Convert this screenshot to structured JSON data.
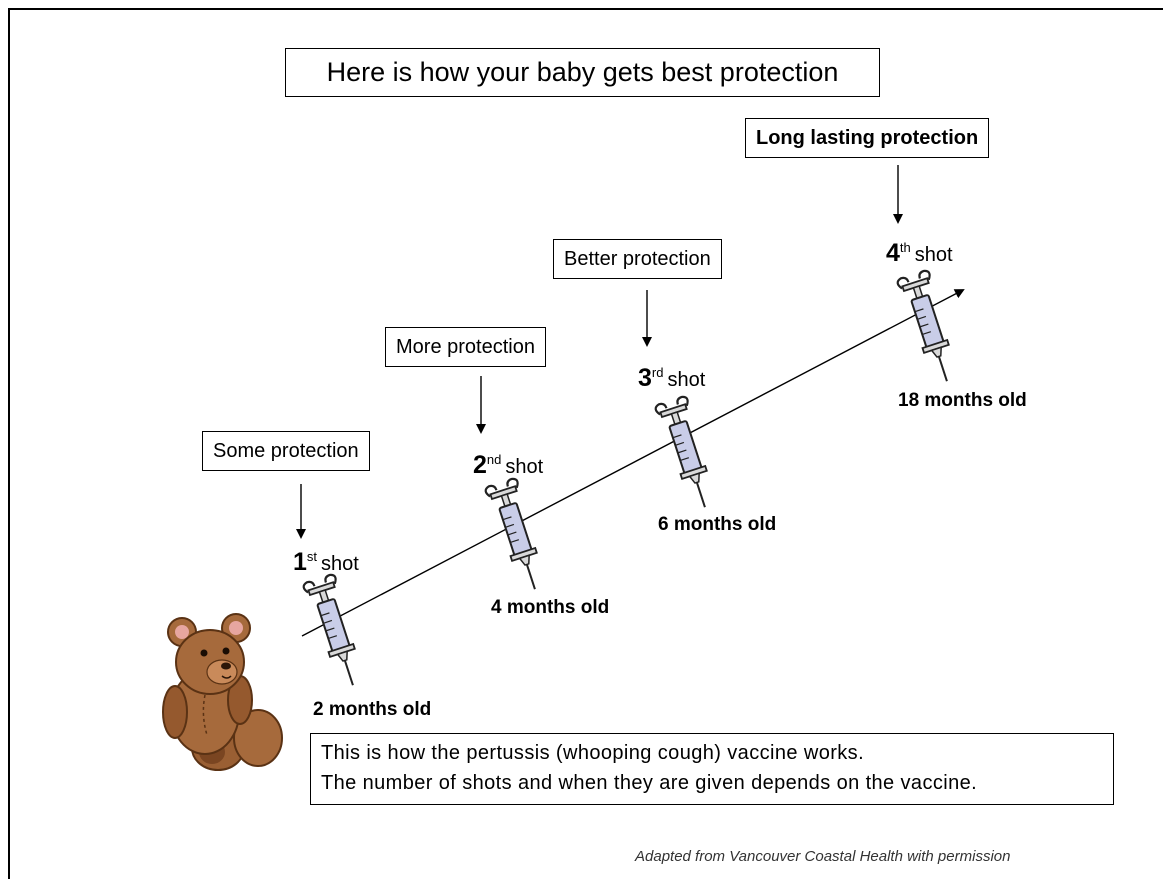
{
  "title": "Here is how your baby gets best protection",
  "shots": [
    {
      "protection": "Some protection",
      "number": "1",
      "suffix": "st",
      "shot_word": "shot",
      "age": "2 months old"
    },
    {
      "protection": "More protection",
      "number": "2",
      "suffix": "nd",
      "shot_word": "shot",
      "age": "4 months old"
    },
    {
      "protection": "Better protection",
      "number": "3",
      "suffix": "rd",
      "shot_word": "shot",
      "age": "6 months old"
    },
    {
      "protection": "Long lasting protection",
      "number": "4",
      "suffix": "th",
      "shot_word": "shot",
      "age": "18 months old"
    }
  ],
  "note": {
    "line1": "This is how the pertussis (whooping cough) vaccine works.",
    "line2": "The number of shots and when they are given depends on the vaccine."
  },
  "credit": "Adapted from Vancouver Coastal Health with permission",
  "icons": {
    "syringe": "syringe-icon",
    "bear": "teddy-bear-icon"
  },
  "colors": {
    "bear_fur": "#a66a3c",
    "bear_dark": "#6b3e1e",
    "syringe_barrel": "#c9cde8",
    "syringe_outline": "#222222"
  }
}
